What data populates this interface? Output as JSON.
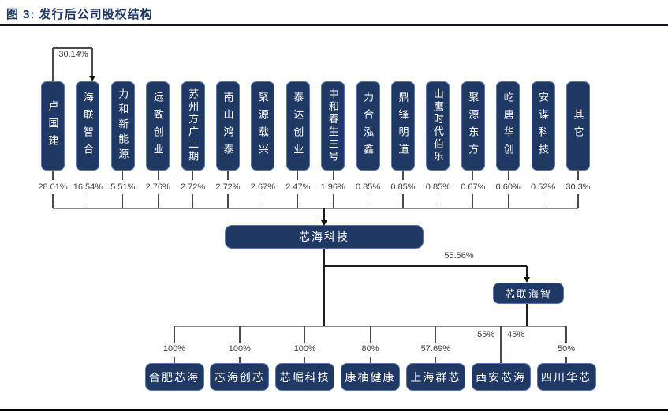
{
  "title": "图 3: 发行后公司股权结构",
  "colors": {
    "node_navy": "#1f3864",
    "title_navy": "#1f3864",
    "connector_gray": "#8a8a8a"
  },
  "cross_holding_note": "30.14%",
  "top_shareholders": [
    {
      "name": "卢国建",
      "pct": "28.01%"
    },
    {
      "name": "海联智合",
      "pct": "16.54%"
    },
    {
      "name": "力和新能源",
      "pct": "5.51%"
    },
    {
      "name": "远致创业",
      "pct": "2.76%"
    },
    {
      "name": "苏州方广二期",
      "pct": "2.72%"
    },
    {
      "name": "南山鸿泰",
      "pct": "2.72%"
    },
    {
      "name": "聚源载兴",
      "pct": "2.67%"
    },
    {
      "name": "泰达创业",
      "pct": "2.47%"
    },
    {
      "name": "中和春生三号",
      "pct": "1.96%"
    },
    {
      "name": "力合泓鑫",
      "pct": "0.85%"
    },
    {
      "name": "鼎锋明道",
      "pct": "0.85%"
    },
    {
      "name": "山鹰时代伯乐",
      "pct": "0.85%"
    },
    {
      "name": "聚源东方",
      "pct": "0.67%"
    },
    {
      "name": "屹唐华创",
      "pct": "0.60%"
    },
    {
      "name": "安谋科技",
      "pct": "0.52%"
    },
    {
      "name": "其它",
      "pct": "30.3%"
    }
  ],
  "parent_company": "芯海科技",
  "subholding": {
    "name": "芯联海智",
    "pct_from_parent": "55.56%"
  },
  "subsidiaries": [
    {
      "name": "合肥芯海",
      "pct": "100%"
    },
    {
      "name": "芯海创芯",
      "pct": "100%"
    },
    {
      "name": "芯崛科技",
      "pct": "100%"
    },
    {
      "name": "康柚健康",
      "pct": "80%"
    },
    {
      "name": "上海群芯",
      "pct": "57.69%"
    },
    {
      "name": "西安芯海",
      "pct": "55%",
      "pct2": "45%"
    },
    {
      "name": "四川华芯",
      "pct": "50%"
    }
  ]
}
